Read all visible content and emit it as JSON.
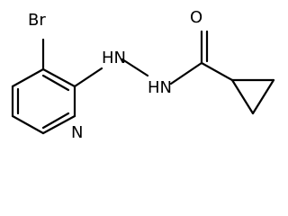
{
  "molecule": {
    "atoms": {
      "br": "Br",
      "hn1": "HN",
      "hn2": "HN",
      "n_ring": "N",
      "o": "O"
    },
    "colors": {
      "ink": "#000000",
      "background": "#ffffff"
    }
  }
}
